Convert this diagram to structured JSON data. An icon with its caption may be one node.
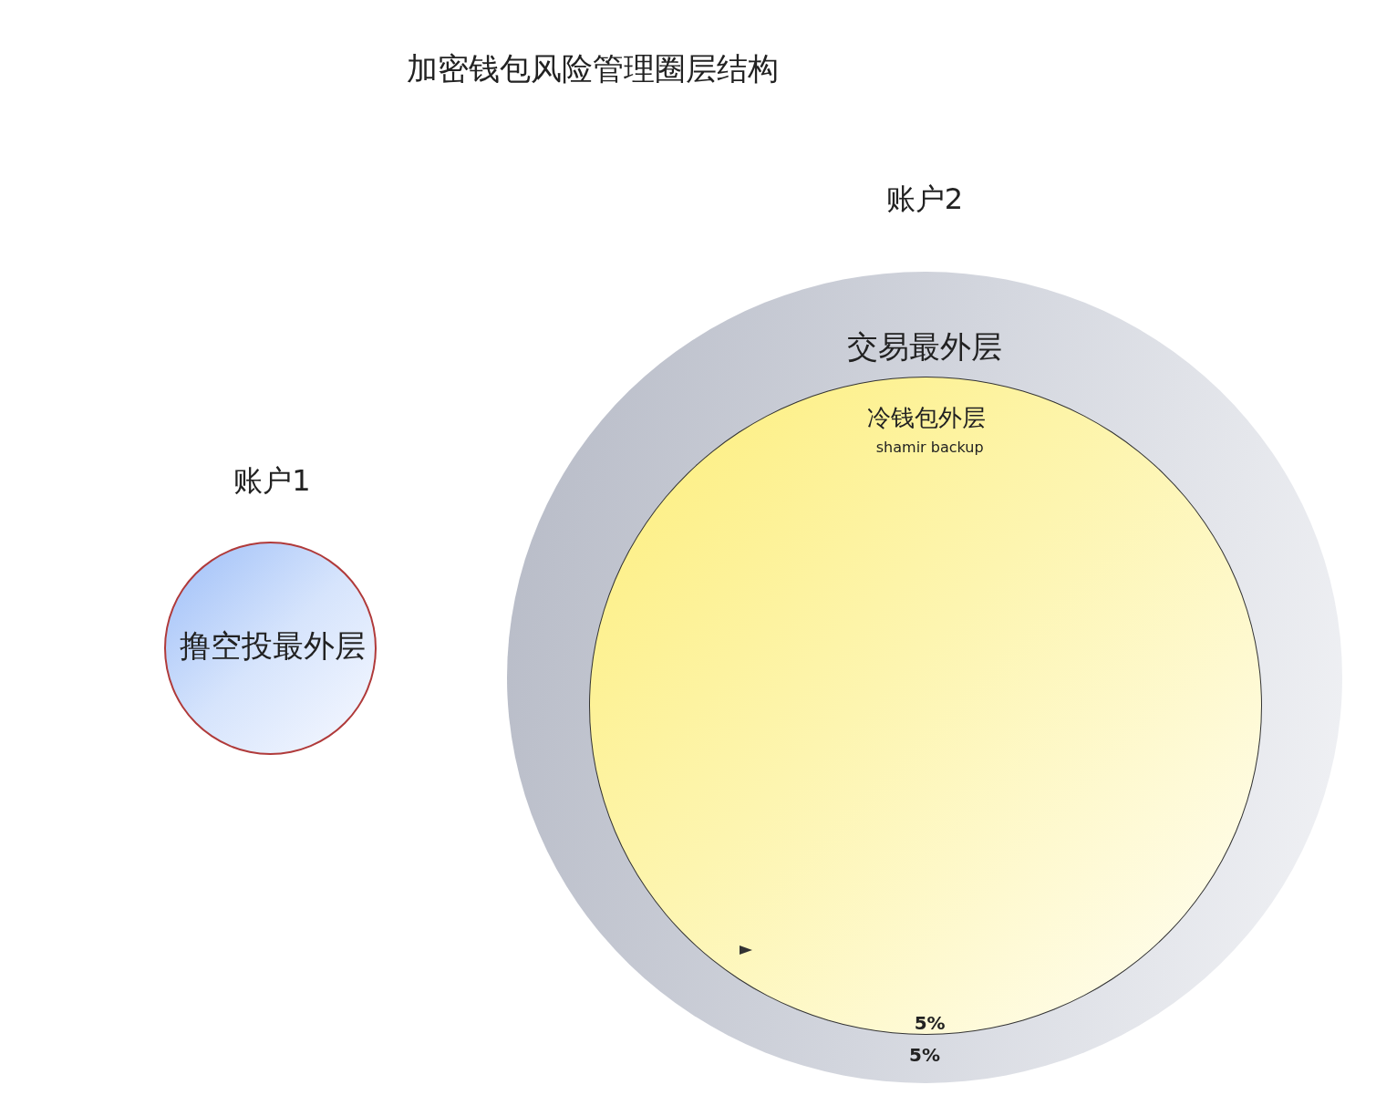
{
  "diagram": {
    "title": "加密钱包风险管理圈层结构",
    "nodes": [
      {
        "text": [
          "账户1",
          "撸空投最外层"
        ]
      },
      {
        "text": [
          "账户2",
          "交易最外层",
          "5%"
        ]
      },
      {
        "text": [
          "冷钱包外层",
          "shamir backup",
          "5%"
        ],
        "in": 1
      }
    ]
  }
}
